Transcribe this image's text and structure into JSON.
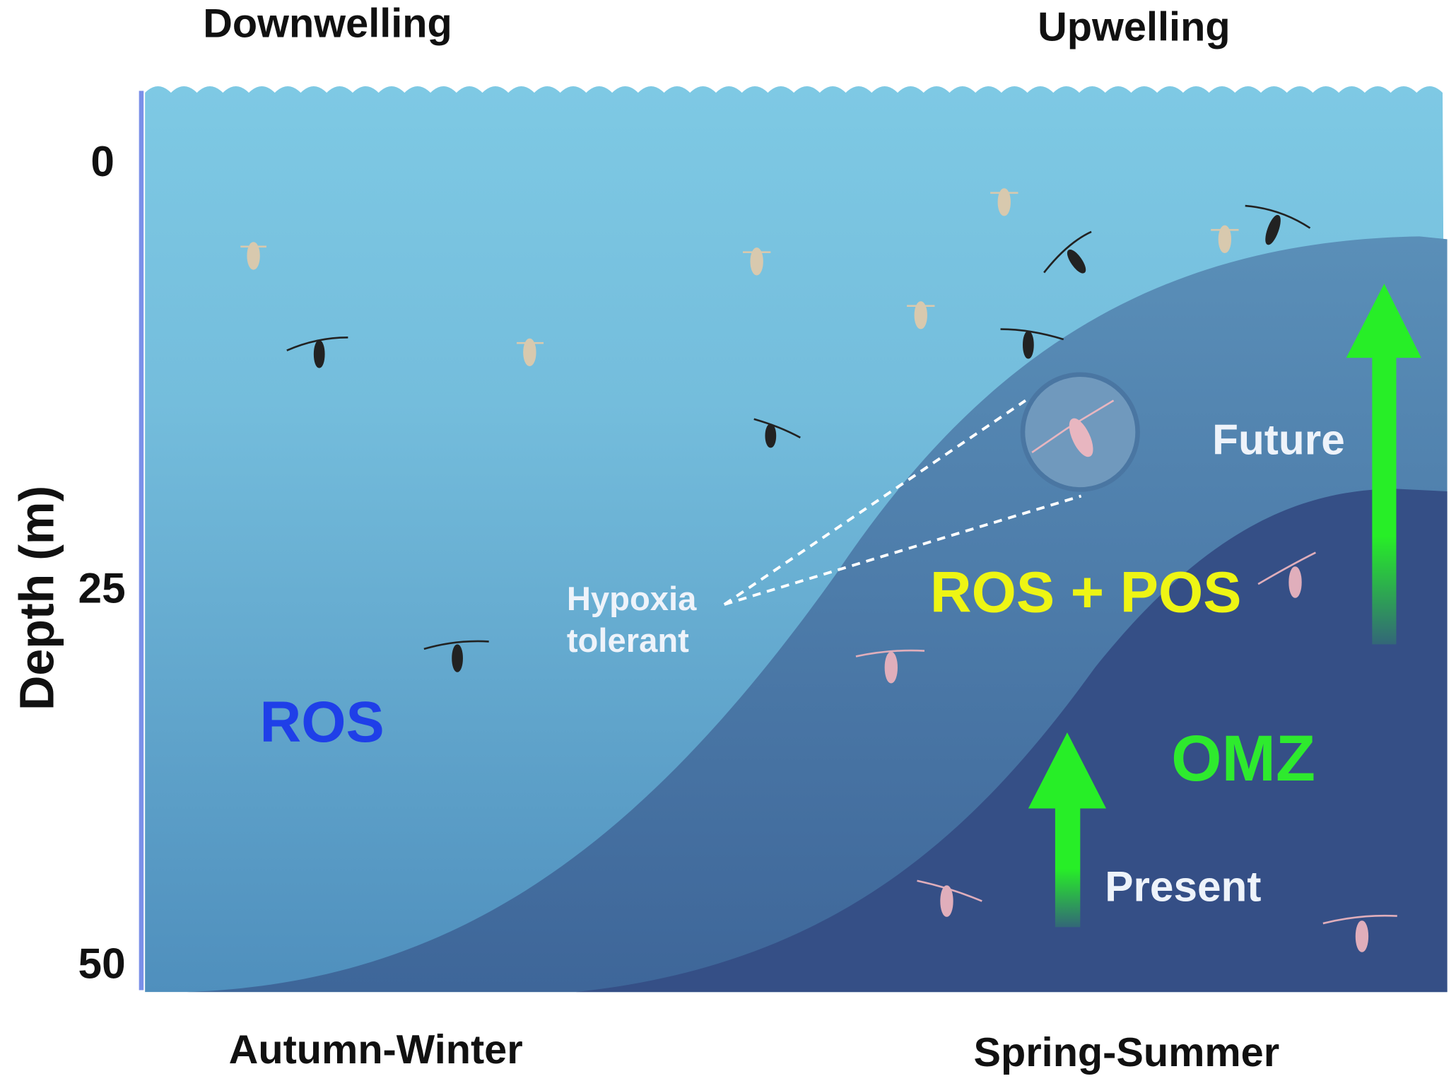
{
  "top_labels": {
    "left": "Downwelling",
    "right": "Upwelling"
  },
  "bottom_labels": {
    "left": "Autumn-Winter",
    "right": "Spring-Summer"
  },
  "axis": {
    "label": "Depth (m)",
    "ticks": [
      "0",
      "25",
      "50"
    ]
  },
  "zones": {
    "ros": "ROS",
    "ros_pos": "ROS + POS",
    "omz": "OMZ"
  },
  "annotations": {
    "hypoxia_line1": "Hypoxia",
    "hypoxia_line2": "tolerant",
    "future": "Future",
    "present": "Present"
  },
  "colors": {
    "surface": "#7cc8e3",
    "ros_pos": "#5089b5",
    "omz": "#354f86",
    "ros_text": "#1f3fe8",
    "ros_pos_text": "#eef514",
    "omz_text": "#2eea2e",
    "arrow": "#27ee27"
  }
}
